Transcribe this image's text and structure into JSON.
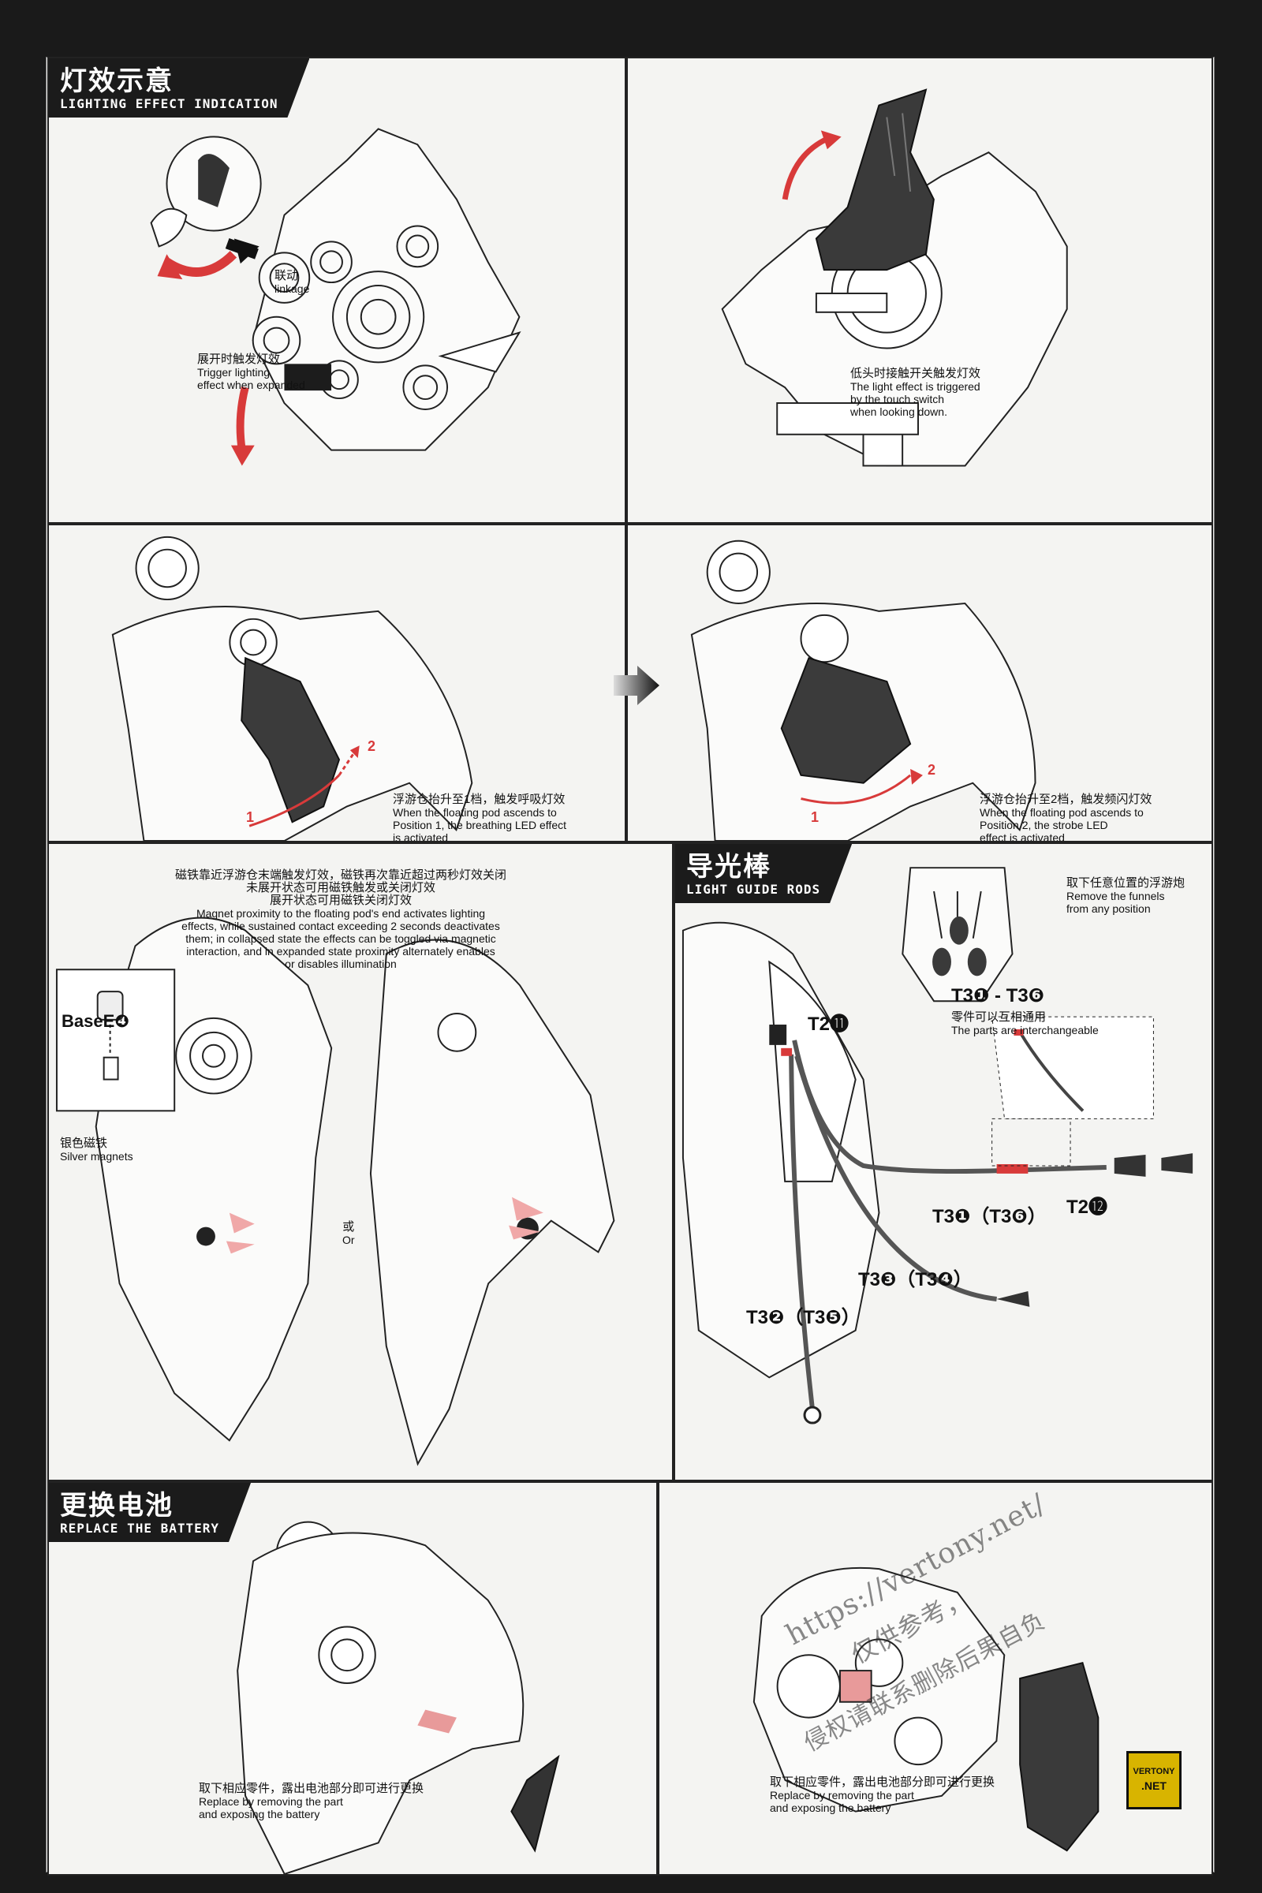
{
  "sections": {
    "lighting": {
      "title_cn": "灯效示意",
      "title_en": "LIGHTING EFFECT INDICATION"
    },
    "rods": {
      "title_cn": "导光棒",
      "title_en": "LIGHT GUIDE RODS"
    },
    "battery": {
      "title_cn": "更换电池",
      "title_en": "REPLACE THE BATTERY"
    }
  },
  "panel1": {
    "linkage_cn": "联动",
    "linkage_en": "linkage",
    "caption_cn": "展开时触发灯效",
    "caption_en_1": "Trigger lighting",
    "caption_en_2": "effect when expanded"
  },
  "panel2": {
    "caption_cn": "低头时接触开关触发灯效",
    "caption_en_1": "The light effect is triggered",
    "caption_en_2": "by the touch switch",
    "caption_en_3": "when looking down."
  },
  "panel3": {
    "num1": "1",
    "num2": "2",
    "caption_cn": "浮游仓抬升至1档，触发呼吸灯效",
    "caption_en_1": "When the floating pod ascends to",
    "caption_en_2": "Position 1, the breathing LED effect",
    "caption_en_3": "is activated"
  },
  "panel4": {
    "num1": "1",
    "num2": "2",
    "caption_cn": "浮游仓抬升至2档，触发频闪灯效",
    "caption_en_1": "When the floating pod ascends to",
    "caption_en_2": "Position 2, the strobe LED",
    "caption_en_3": "effect is activated"
  },
  "panel5": {
    "cn_1": "磁铁靠近浮游仓末端触发灯效，磁铁再次靠近超过两秒灯效关闭",
    "cn_2": "未展开状态可用磁铁触发或关闭灯效",
    "cn_3": "展开状态可用磁铁关闭灯效",
    "en_1": "Magnet proximity to the floating pod's end activates lighting",
    "en_2": "effects, while sustained contact exceeding 2 seconds deactivates",
    "en_3": "them; in collapsed state the effects can be toggled via magnetic",
    "en_4": "interaction, and in expanded state proximity alternately enables",
    "en_5": "or disables illumination",
    "base_label": "BaseE❹",
    "magnet_cn": "银色磁铁",
    "magnet_en": "Silver magnets",
    "or_cn": "或",
    "or_en": "Or"
  },
  "panel6": {
    "remove_cn": "取下任意位置的浮游炮",
    "remove_en_1": "Remove the funnels",
    "remove_en_2": "from any position",
    "t3_range": "T3❶ - T3❻",
    "inter_cn": "零件可以互相通用",
    "inter_en": "The parts are interchangeable",
    "t2_11": "T2⓫",
    "t2_12": "T2⓬",
    "t3_1": "T3❶（T3❻）",
    "t3_3": "T3❸（T3❹）",
    "t3_2": "T3❷（T3❺）"
  },
  "panel7": {
    "caption_cn": "取下相应零件，露出电池部分即可进行更换",
    "caption_en_1": "Replace by removing the part",
    "caption_en_2": "and exposing the battery"
  },
  "panel8": {
    "caption_cn": "取下相应零件，露出电池部分即可进行更换",
    "caption_en_1": "Replace by removing the part",
    "caption_en_2": "and exposing the battery"
  },
  "watermark": {
    "url": "https://vertony.net/",
    "line2": "仅供参考，",
    "line3": "侵权请联系删除后果自负"
  },
  "badge": {
    "line1": "VERTONY",
    "line2": ".NET"
  },
  "colors": {
    "accent_red": "#d83a3a",
    "dark": "#1b1b1b",
    "paper": "#f3f3f1"
  }
}
